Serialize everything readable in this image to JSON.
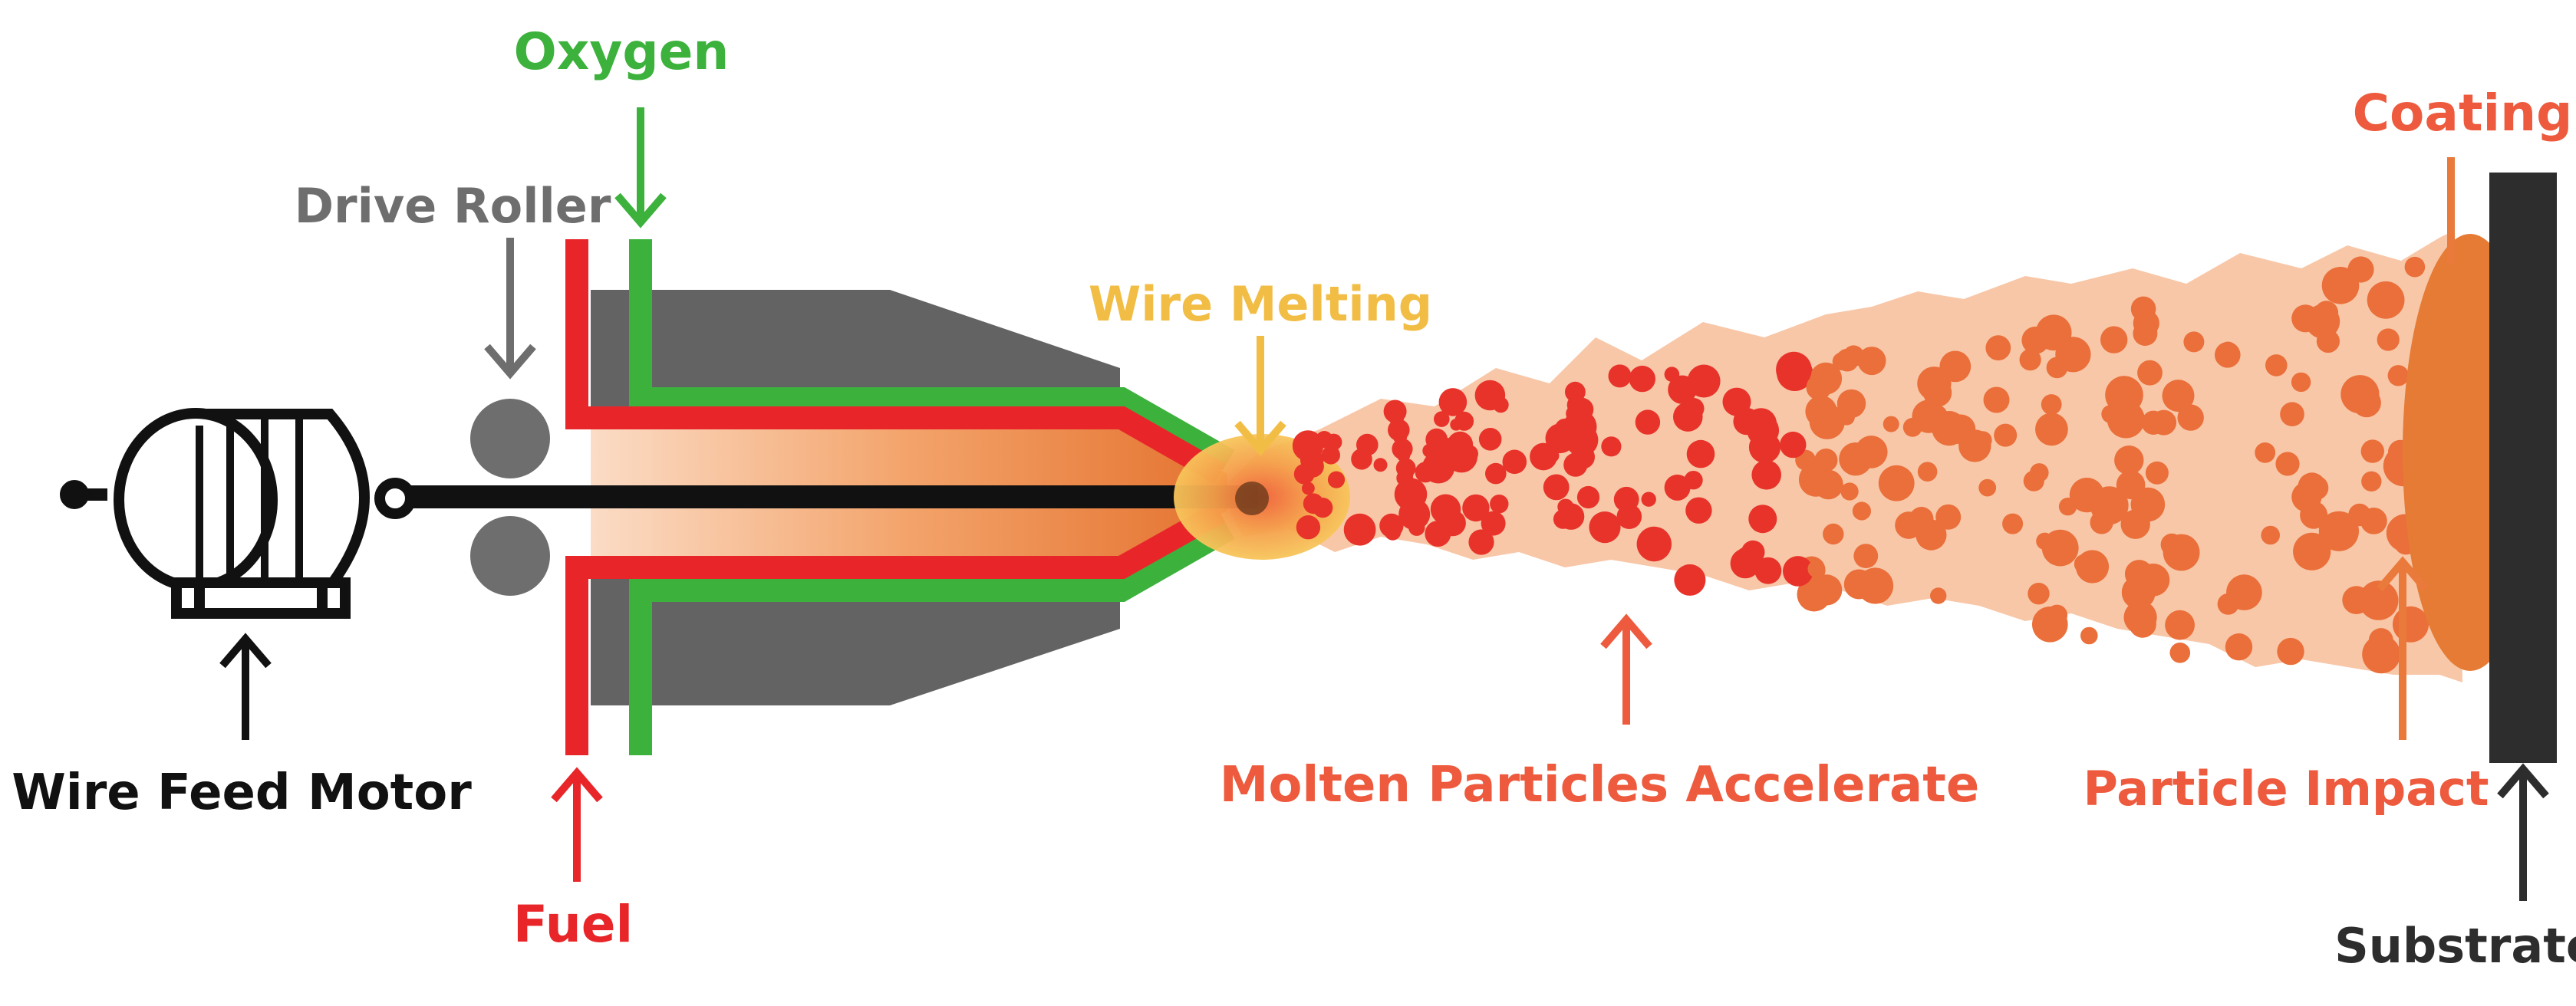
{
  "labels": {
    "oxygen": "Oxygen",
    "drive_roller": "Drive Roller",
    "wire_melting": "Wire Melting",
    "coating": "Coating",
    "wire_feed_motor": "Wire Feed Motor",
    "fuel": "Fuel",
    "molten_particles": "Molten Particles Accelerate",
    "particle_impact": "Particle Impact",
    "substrate": "Substrate"
  },
  "colors": {
    "oxygen": "#3cb13c",
    "fuel": "#e8262a",
    "drive_roller": "#6e6e6e",
    "wire_melting": "#f2bd45",
    "coating": "#ee5a3d",
    "molten_particles": "#ee5a3d",
    "particle_impact": "#ee5a3d",
    "substrate": "#2d2d2d",
    "wire_feed_motor": "#111111",
    "gun_body": "#636363",
    "spray": "#f8c7a8",
    "coating_layer": "#e57b35",
    "particle": "#e8332a",
    "particle_late": "#ea6f3a"
  },
  "icons": {
    "motor": "wire-feed-motor-icon",
    "rollers": "drive-roller-icon",
    "gun": "spray-gun-icon"
  }
}
